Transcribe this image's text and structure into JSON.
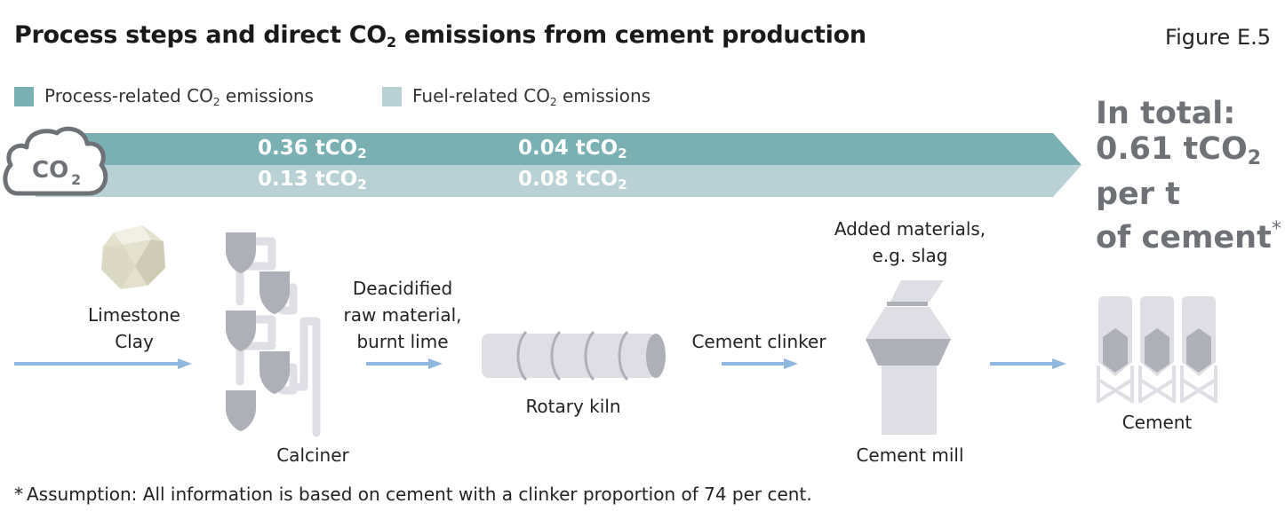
{
  "title": "Process steps and direct CO",
  "title_sub": "2",
  "title_rest": " emissions from cement production",
  "figure_label": "Figure E.5",
  "legend": {
    "process": {
      "label": "Process-related CO",
      "sub": "2",
      "rest": " emissions",
      "color": "#7aafb4"
    },
    "fuel": {
      "label": "Fuel-related CO",
      "sub": "2",
      "rest": " emissions",
      "color": "#b7d1d5"
    }
  },
  "cloud_label": {
    "text": "CO",
    "sub": "2"
  },
  "band_values": {
    "process_1": {
      "value": "0.36 tCO",
      "sub": "2"
    },
    "process_2": {
      "value": "0.04 tCO",
      "sub": "2"
    },
    "fuel_1": {
      "value": "0.13 tCO",
      "sub": "2"
    },
    "fuel_2": {
      "value": "0.08 tCO",
      "sub": "2"
    }
  },
  "total": {
    "line1": "In total:",
    "line2": "0.61 tCO",
    "line2_sub": "2",
    "line3": "per t",
    "line4": "of cement",
    "line4_mark": "*"
  },
  "steps": {
    "raw_line1": "Limestone",
    "raw_line2": "Clay",
    "calciner": "Calciner",
    "deacidified_line1": "Deacidified",
    "deacidified_line2": "raw material,",
    "deacidified_line3": "burnt lime",
    "rotary_kiln": "Rotary kiln",
    "clinker": "Cement clinker",
    "added_line1": "Added materials,",
    "added_line2": "e.g. slag",
    "mill": "Cement mill",
    "cement": "Cement"
  },
  "footnote": "* Assumption: All information is based on cement with a clinker proportion of 74 per cent.",
  "colors": {
    "process": "#7aafb4",
    "fuel": "#b7d1d5",
    "arrow": "#8fb7e0",
    "equipment_dark": "#aeb0b8",
    "equipment_light": "#dedee4",
    "total_text": "#6e7277"
  }
}
